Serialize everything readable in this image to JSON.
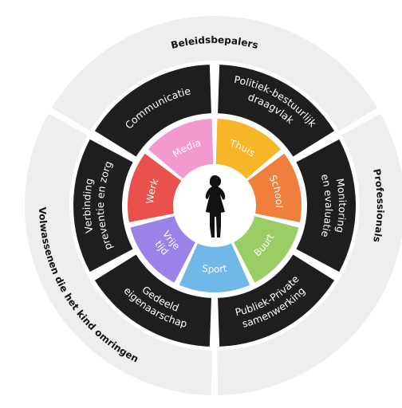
{
  "colors": {
    "outer_ring": "#eeeeee",
    "middle_ring": "#1e1e1e",
    "background": "#ffffff",
    "silhouette": "#111111"
  },
  "outer_ring": [
    {
      "label": "Beleidsbepalers"
    },
    {
      "label": "Professionals"
    },
    {
      "label": "Volwassenen die het kind omringen"
    }
  ],
  "middle_ring": [
    {
      "label_lines": [
        "Politiek-bestuurlijk",
        "draagvlak"
      ]
    },
    {
      "label_lines": [
        "Monitoring",
        "en evaluatie"
      ]
    },
    {
      "label_lines": [
        "Publiek-Private",
        "samenwerking"
      ]
    },
    {
      "label_lines": [
        "Gedeeld",
        "eigenaarschap"
      ]
    },
    {
      "label_lines": [
        "Verbinding",
        "preventie en zorg"
      ]
    },
    {
      "label_lines": [
        "Communicatie"
      ]
    }
  ],
  "inner_ring": [
    {
      "label_lines": [
        "Thuis"
      ],
      "color": "#f6b627"
    },
    {
      "label_lines": [
        "School"
      ],
      "color": "#f07f3c"
    },
    {
      "label_lines": [
        "Buurt"
      ],
      "color": "#9bcd67"
    },
    {
      "label_lines": [
        "Sport"
      ],
      "color": "#70b8e8"
    },
    {
      "label_lines": [
        "Vrije",
        "tijd"
      ],
      "color": "#9a82e8"
    },
    {
      "label_lines": [
        "Werk"
      ],
      "color": "#e8514c"
    },
    {
      "label_lines": [
        "Media"
      ],
      "color": "#f29ad0"
    }
  ],
  "center": {
    "icon": "child-silhouette-icon"
  }
}
